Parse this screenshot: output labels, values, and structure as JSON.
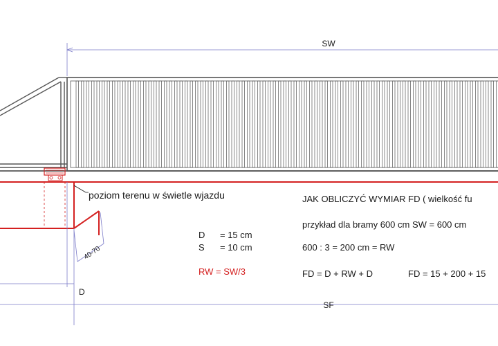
{
  "dimensions": {
    "sw_label": "SW",
    "sf_label": "SF",
    "d_label": "D",
    "slope_label": "40-70"
  },
  "ground_label": "poziom terenu w świetle wjazdu",
  "legend": {
    "d_symbol": "D",
    "d_value": "= 15 cm",
    "s_symbol": "S",
    "s_value": "= 10 cm",
    "rw_formula": "RW = SW/3"
  },
  "instructions": {
    "title": "JAK OBLICZYĆ WYMIAR   FD ( wielkość fu",
    "example": "przykład dla bramy 600 cm    SW = 600 cm",
    "calc": "600 : 3 = 200 cm = RW",
    "fd_formula": "FD = D + RW + D",
    "fd_example": "FD = 15 + 200 + 15"
  },
  "colors": {
    "line": "#555555",
    "dim": "#7a7ac8",
    "red": "#d42020",
    "text": "#1a1a1a"
  }
}
